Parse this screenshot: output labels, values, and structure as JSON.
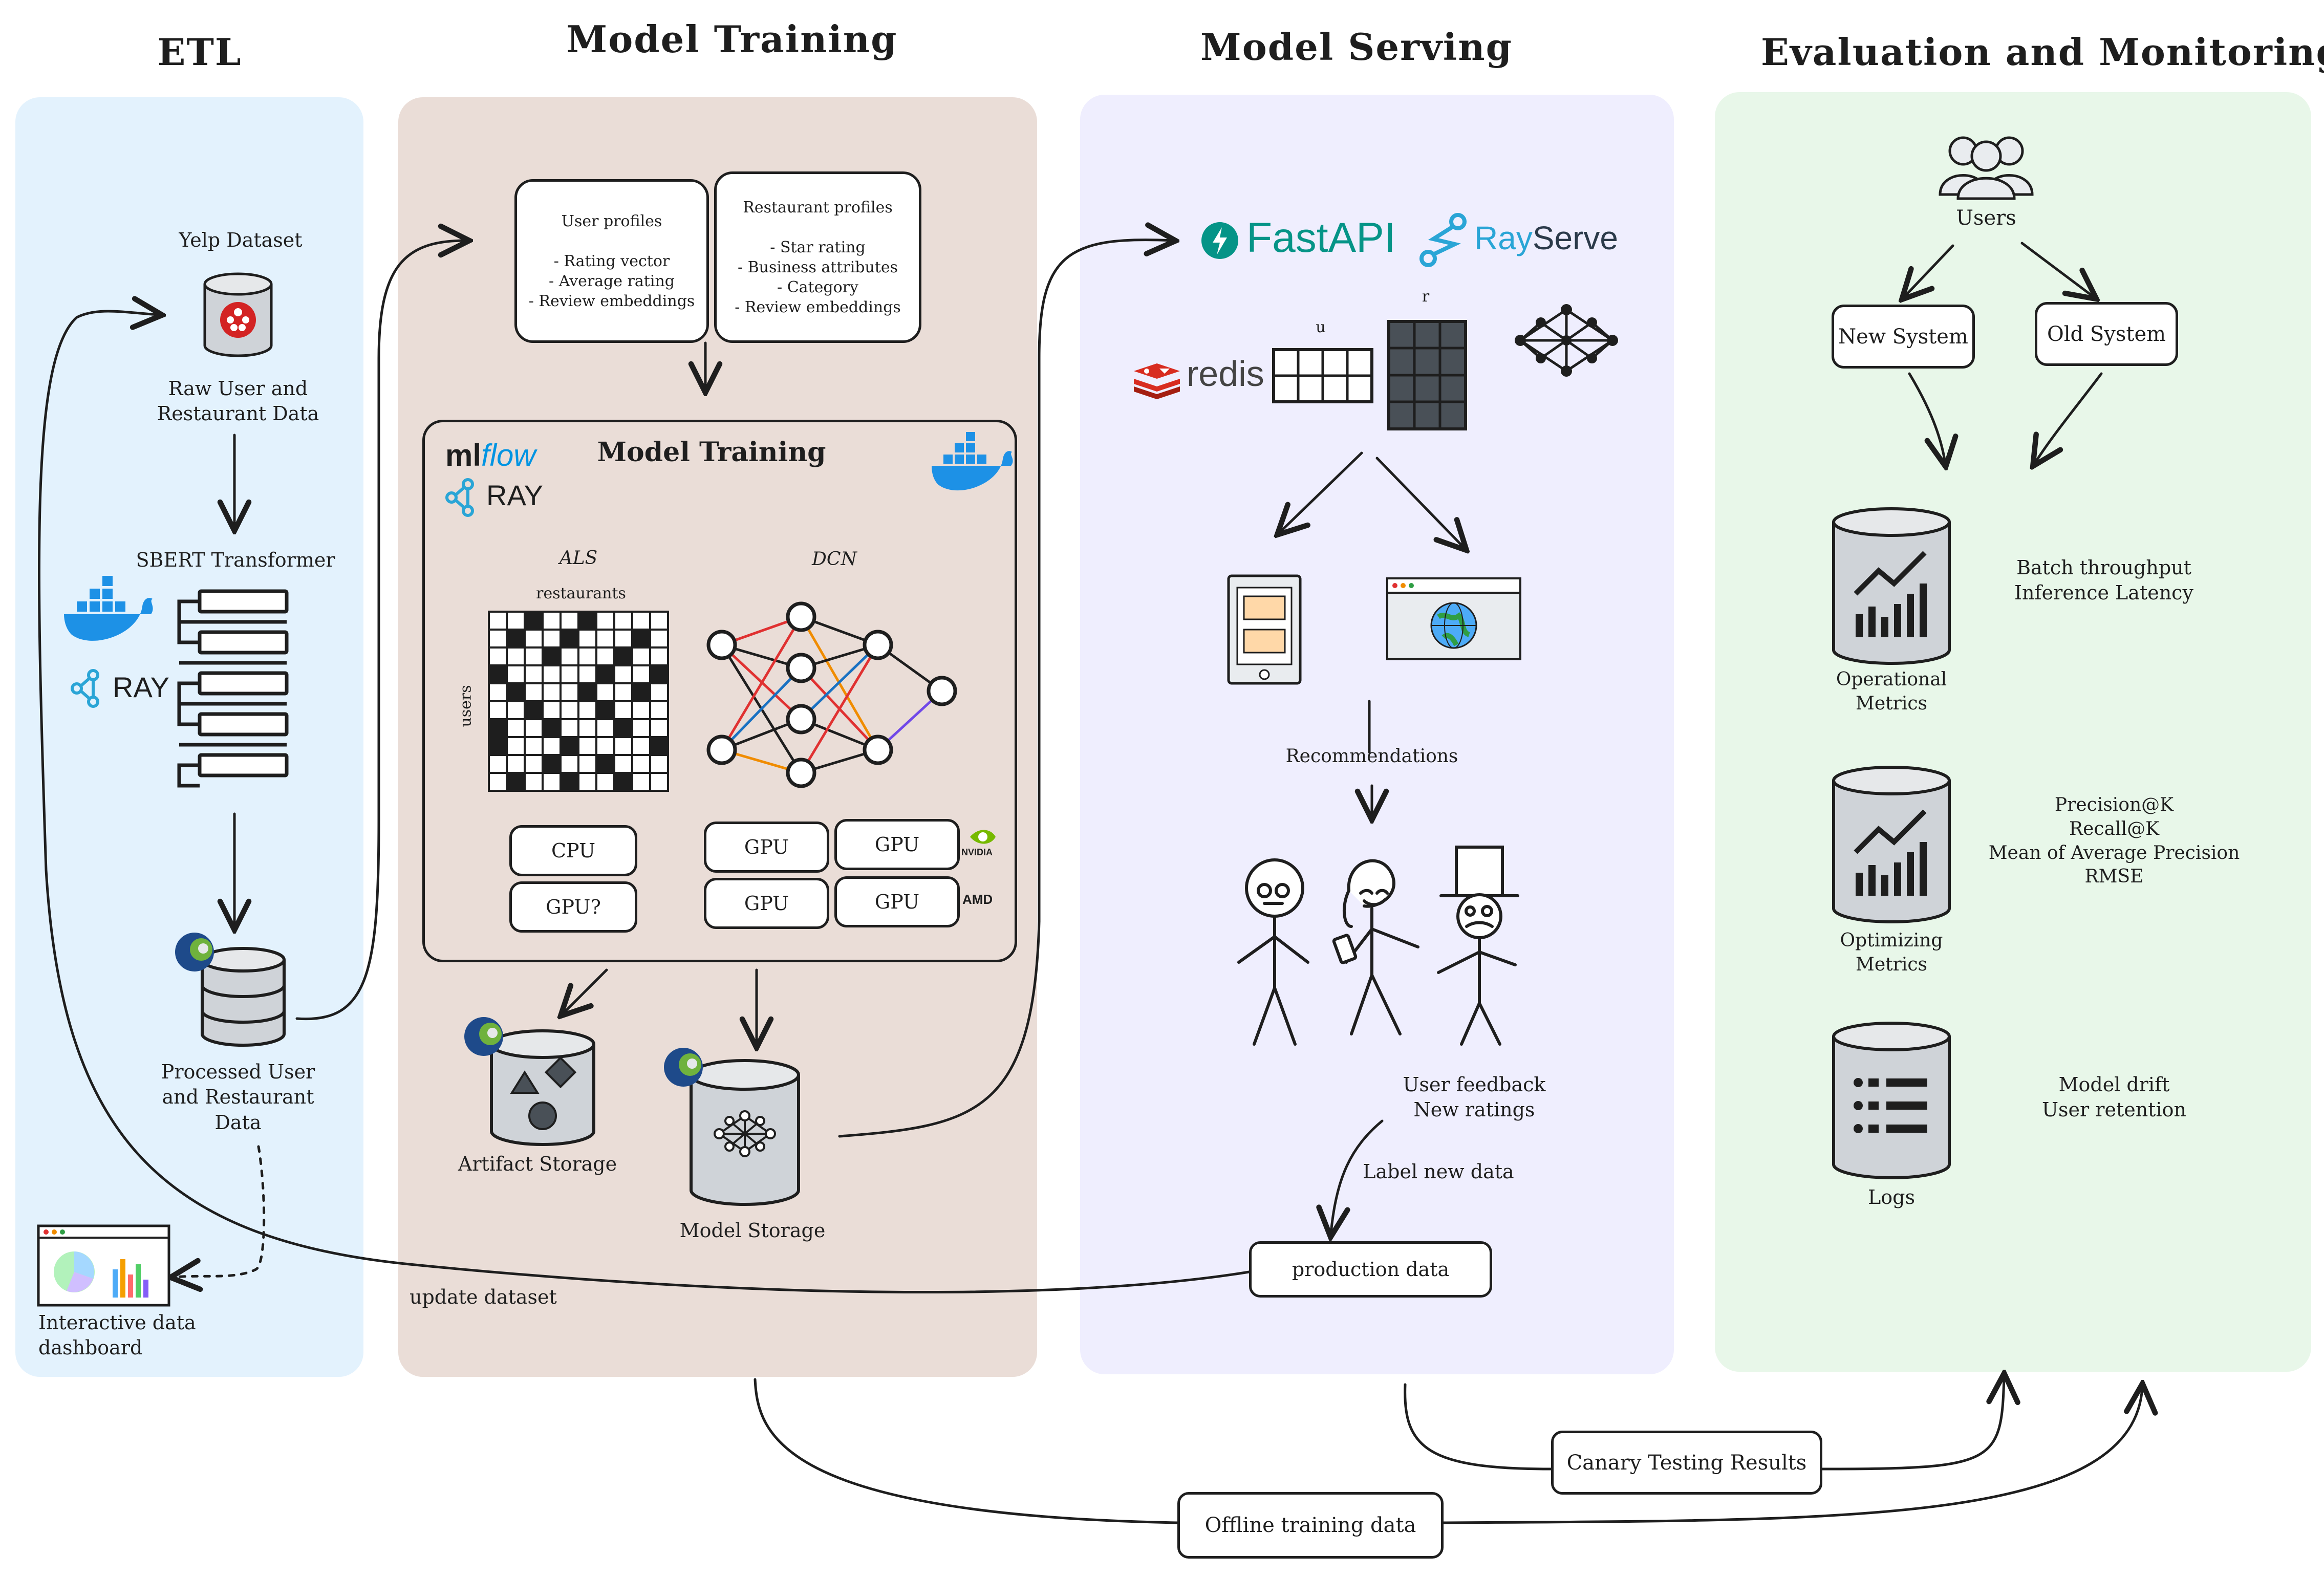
{
  "titles": {
    "etl": "ETL",
    "training": "Model Training",
    "serving": "Model Serving",
    "monitoring": "Evaluation and Monitoring"
  },
  "etl": {
    "yelp": "Yelp Dataset",
    "raw": "Raw User and\nRestaurant Data",
    "sbert": "SBERT Transformer",
    "ray": "RAY",
    "processed": "Processed User\nand Restaurant\nData",
    "dashboard": "Interactive data\ndashboard"
  },
  "training": {
    "user_profiles": "User profiles\n\n- Rating vector\n- Average rating\n- Review embeddings",
    "restaurant_profiles": "Restaurant profiles\n\n- Star rating\n- Business attributes\n- Category\n- Review embeddings",
    "inner_title": "Model Training",
    "mlflow_ml": "ml",
    "mlflow_flow": "flow",
    "ray": "RAY",
    "als": "ALS",
    "dcn": "DCN",
    "restaurants": "restaurants",
    "users": "users",
    "cpu": "CPU",
    "gpu_q": "GPU?",
    "gpu": "GPU",
    "nvidia": "NVIDIA",
    "amd": "AMD",
    "artifact": "Artifact Storage",
    "model_storage": "Model Storage",
    "update_dataset": "update dataset"
  },
  "serving": {
    "fastapi": "FastAPI",
    "ray": "Ray",
    "serve": "Serve",
    "redis": "redis",
    "u": "u",
    "r": "r",
    "recommendations": "Recommendations",
    "feedback": "User feedback\nNew ratings",
    "label": "Label new data",
    "production": "production data"
  },
  "monitoring": {
    "users": "Users",
    "new_system": "New System",
    "old_system": "Old System",
    "operational": "Operational\nMetrics",
    "throughput": "Batch throughput\nInference Latency",
    "optimizing": "Optimizing\nMetrics",
    "precision": "Precision@K\nRecall@K\nMean of Average Precision\nRMSE",
    "logs": "Logs",
    "drift": "Model drift\nUser retention"
  },
  "bottom": {
    "canary": "Canary Testing Results",
    "offline": "Offline training data"
  },
  "colors": {
    "etl_bg": "#e3f2fd",
    "training_bg": "#eaddd7",
    "serving_bg": "#efeefe",
    "monitoring_bg": "#e8f7e9",
    "docker": "#1d91e6",
    "ray": "#2aa5d6",
    "fastapi": "#059487",
    "redis": "#d82c20"
  }
}
